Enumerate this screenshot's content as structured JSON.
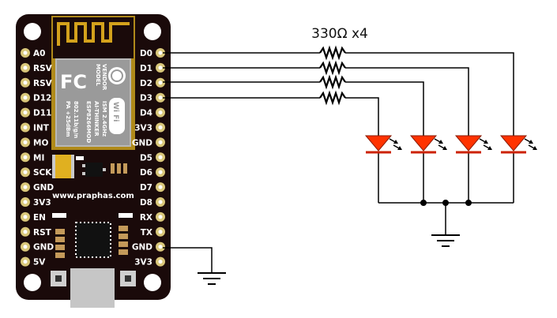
{
  "board": {
    "left_pins": [
      "A0",
      "RSV",
      "RSV",
      "D12",
      "D11",
      "INT",
      "MO",
      "MI",
      "SCK",
      "GND",
      "3V3",
      "EN",
      "RST",
      "GND",
      "5V"
    ],
    "right_pins": [
      "D0",
      "D1",
      "D2",
      "D3",
      "D4",
      "3V3",
      "GND",
      "D5",
      "D6",
      "D7",
      "D8",
      "RX",
      "TX",
      "GND",
      "3V3"
    ],
    "url": "www.praphas.com",
    "module": {
      "model": "MODEL",
      "vendor": "VENDOR",
      "part": "ESP8266MOD",
      "maker": "AI-THINKER",
      "band": "ISM 2.4GHz",
      "power": "PA +25dBm",
      "standard": "802.11b/g/n",
      "fc": "FC",
      "wifi": "Wi Fi"
    }
  },
  "circuit": {
    "resistor_label": "330Ω x4",
    "connected_pins": [
      "D0",
      "D1",
      "D2",
      "D3"
    ],
    "led_count": 4,
    "led_color": "#ff3300",
    "ground_symbols": 2
  },
  "colors": {
    "board": "#1a0a0a",
    "pin_pad": "#d9c77a",
    "module_gold": "#d4a21c",
    "wire": "#000000"
  }
}
